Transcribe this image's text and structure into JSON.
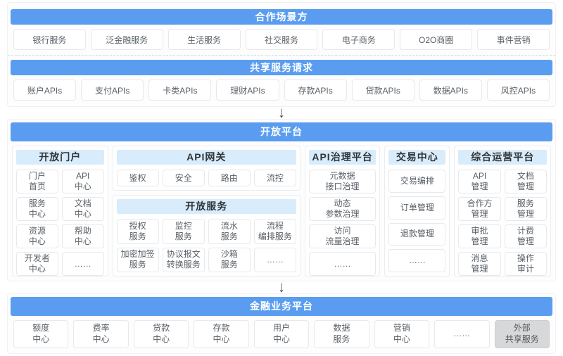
{
  "colors": {
    "primary_blue": "#5A9DF0",
    "column_header_blue": "#D8ECFB",
    "box_border": "#E7E9EC",
    "external_box_gray": "#D7D8D9",
    "arrow_gray": "#454545"
  },
  "icons": {
    "down_arrow": "↓"
  },
  "cooperation": {
    "title": "合作场景方",
    "items": [
      "银行服务",
      "泛金融服务",
      "生活服务",
      "社交服务",
      "电子商务",
      "O2O商圈",
      "事件营销"
    ]
  },
  "shared_services": {
    "title": "共享服务请求",
    "items": [
      "账户APIs",
      "支付APIs",
      "卡类APIs",
      "理财APIs",
      "存款APIs",
      "贷款APIs",
      "数据APIs",
      "风控APIs"
    ]
  },
  "open_platform": {
    "title": "开放平台",
    "open_portal": {
      "title": "开放门户",
      "items": [
        "门户\n首页",
        "API\n中心",
        "服务\n中心",
        "文档\n中心",
        "资源\n中心",
        "帮助\n中心",
        "开发者\n中心",
        "……"
      ]
    },
    "api_gateway": {
      "title": "API网关",
      "items": [
        "鉴权",
        "安全",
        "路由",
        "流控"
      ]
    },
    "open_services": {
      "title": "开放服务",
      "items": [
        "授权\n服务",
        "监控\n服务",
        "流水\n服务",
        "流程\n编排服务",
        "加密加签\n服务",
        "协议报文\n转换服务",
        "沙箱\n服务",
        "……"
      ]
    },
    "api_governance": {
      "title": "API治理平台",
      "items": [
        "元数据\n接口治理",
        "动态\n参数治理",
        "访问\n流量治理",
        "……"
      ]
    },
    "trade_center": {
      "title": "交易中心",
      "items": [
        "交易编排",
        "订单管理",
        "退款管理",
        "……"
      ]
    },
    "operations_platform": {
      "title": "综合运营平台",
      "items": [
        "API\n管理",
        "文档\n管理",
        "合作方\n管理",
        "服务\n管理",
        "审批\n管理",
        "计费\n管理",
        "消息\n管理",
        "操作\n审计"
      ]
    }
  },
  "finance_platform": {
    "title": "金融业务平台",
    "items": [
      "额度\n中心",
      "费率\n中心",
      "贷款\n中心",
      "存款\n中心",
      "用户\n中心",
      "数据\n服务",
      "营销\n中心",
      "……",
      "外部\n共享服务"
    ]
  }
}
